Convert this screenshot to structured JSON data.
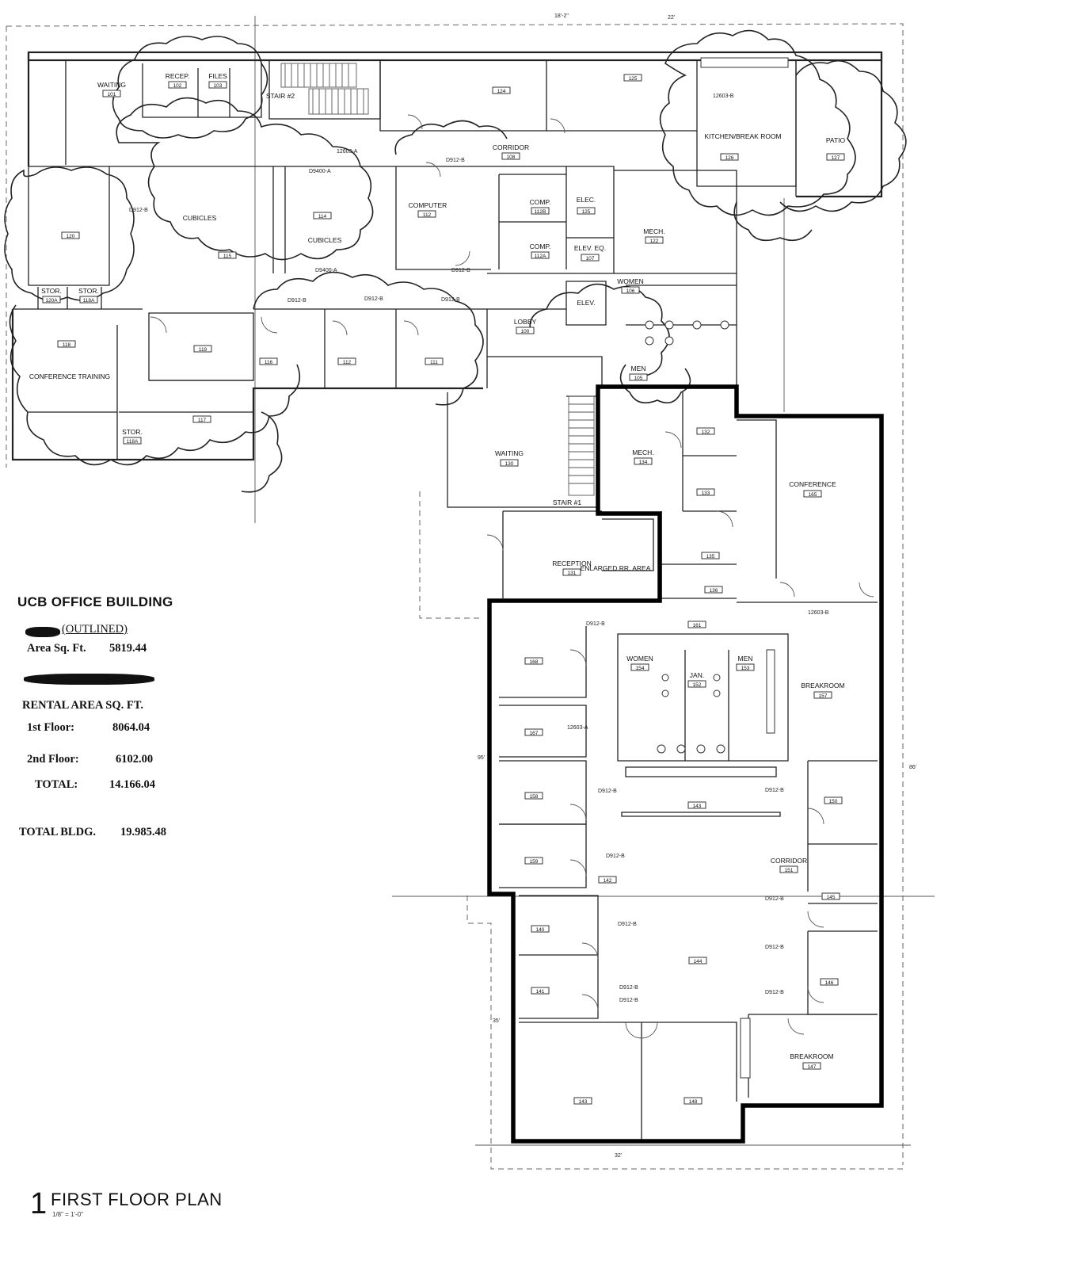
{
  "legend": {
    "building_title": "UCB OFFICE BUILDING",
    "outlined_label": "(OUTLINED)",
    "area_label": "Area Sq. Ft.",
    "area_value": "5819.44",
    "rental_header": "RENTAL AREA SQ. FT.",
    "floor1_label": "1st Floor:",
    "floor1_value": "8064.04",
    "floor2_label": "2nd Floor:",
    "floor2_value": "6102.00",
    "total_label": "TOTAL:",
    "total_value": "14.166.04",
    "total_bldg_label": "TOTAL BLDG.",
    "total_bldg_value": "19.985.48"
  },
  "plan_title": {
    "number": "1",
    "title": "FIRST FLOOR PLAN",
    "scale": "1/8\" = 1'-0\""
  },
  "dimensions": {
    "top_a": "18'-2\"",
    "top_b": "22'",
    "right": "86'",
    "left": "95'",
    "left_low": "35'",
    "bottom": "32'"
  },
  "rooms": {
    "waiting_top": {
      "label": "WAITING",
      "num": "101"
    },
    "recep": {
      "label": "RECEP.",
      "num": "102"
    },
    "files": {
      "label": "FILES",
      "num": "103"
    },
    "stair2": {
      "label": "STAIR #2"
    },
    "r124": {
      "num": "124"
    },
    "r125": {
      "num": "125"
    },
    "kitchen": {
      "label": "KITCHEN/BREAK ROOM",
      "num": "126"
    },
    "patio": {
      "label": "PATIO",
      "num": "127"
    },
    "corridor_top": {
      "label": "CORRIDOR",
      "num": "108"
    },
    "cubicles1": {
      "label": "CUBICLES",
      "num": "115"
    },
    "cubicles2": {
      "label": "CUBICLES",
      "num": "114"
    },
    "r120": {
      "num": "120"
    },
    "computer": {
      "label": "COMPUTER",
      "num": "112"
    },
    "comp_b": {
      "label": "COMP.",
      "num": "112B"
    },
    "comp_a": {
      "label": "COMP.",
      "num": "112A"
    },
    "elec": {
      "label": "ELEC.",
      "num": "125"
    },
    "elev_eq": {
      "label": "ELEV. EQ.",
      "num": "107"
    },
    "mech_top": {
      "label": "MECH.",
      "num": "122"
    },
    "stor_a": {
      "label": "STOR.",
      "num": "120A"
    },
    "stor_b": {
      "label": "STOR.",
      "num": "118A"
    },
    "conf_training": {
      "label": "CONFERENCE TRAINING",
      "num": "118"
    },
    "r119": {
      "num": "119"
    },
    "r116": {
      "num": "116"
    },
    "r112": {
      "num": "112"
    },
    "r111": {
      "num": "111"
    },
    "r117": {
      "num": "117"
    },
    "stor_c": {
      "label": "STOR.",
      "num": "118A"
    },
    "lobby": {
      "label": "LOBBY",
      "num": "100"
    },
    "elev": {
      "label": "ELEV."
    },
    "women_top": {
      "label": "WOMEN",
      "num": "106"
    },
    "men_top": {
      "label": "MEN",
      "num": "105"
    },
    "waiting_mid": {
      "label": "WAITING",
      "num": "130"
    },
    "stair1": {
      "label": "STAIR #1"
    },
    "mech_mid": {
      "label": "MECH.",
      "num": "134"
    },
    "r132": {
      "num": "132"
    },
    "r133": {
      "num": "133"
    },
    "r135": {
      "num": "135"
    },
    "r136": {
      "num": "136"
    },
    "conference": {
      "label": "CONFERENCE",
      "num": "165"
    },
    "reception": {
      "label": "RECEPTION",
      "num": "131"
    },
    "enlarged": {
      "label": "ENLARGED RR. AREA"
    },
    "r161": {
      "num": "161"
    },
    "r168": {
      "num": "168"
    },
    "r167": {
      "num": "167"
    },
    "r158": {
      "num": "158"
    },
    "r159": {
      "num": "159"
    },
    "women_low": {
      "label": "WOMEN",
      "num": "154"
    },
    "jan": {
      "label": "JAN.",
      "num": "152"
    },
    "men_low": {
      "label": "MEN",
      "num": "153"
    },
    "breakroom_mid": {
      "label": "BREAKROOM",
      "num": "157"
    },
    "r143": {
      "num": "143"
    },
    "r150": {
      "num": "150"
    },
    "corridor_low": {
      "label": "CORRIDOR",
      "num": "151"
    },
    "r142": {
      "num": "142"
    },
    "r140": {
      "num": "140"
    },
    "r144": {
      "num": "144"
    },
    "r141": {
      "num": "141"
    },
    "r146": {
      "num": "146"
    },
    "r145": {
      "num": "145"
    },
    "breakroom_low": {
      "label": "BREAKROOM",
      "num": "147"
    },
    "r143b": {
      "num": "143"
    },
    "r148": {
      "num": "148"
    }
  },
  "door_tags": {
    "d1": "D912-B",
    "d2": "D912-B",
    "d3": "D9400-A",
    "d4": "D9400-A",
    "d5": "D912-B",
    "d6": "D912-B",
    "d7": "D912-B",
    "d8": "D912-B",
    "d9": "D912-B",
    "d10": "12603-A",
    "d11": "12603-A",
    "d12": "12603-B",
    "d13": "D912-B",
    "d14": "D912-B",
    "d15": "D912-B",
    "d16": "D912-B",
    "d17": "D912-B",
    "d18": "D912-B",
    "d19": "D912-B",
    "d20": "D912-B",
    "d21": "D912-B",
    "d22": "12603-B"
  },
  "colors": {
    "ink": "#222222",
    "outline": "#000000",
    "background": "#ffffff"
  }
}
